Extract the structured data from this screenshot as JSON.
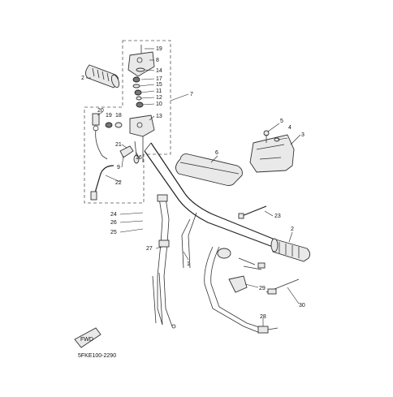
{
  "diagram": {
    "code": "5FKE100-2290",
    "fwd_label": "FWD",
    "callouts": [
      "19",
      "8",
      "14",
      "17",
      "15",
      "11",
      "12",
      "10",
      "13",
      "7",
      "20",
      "19",
      "18",
      "21",
      "16",
      "9",
      "22",
      "24",
      "26",
      "25",
      "27",
      "1",
      "2",
      "3",
      "4",
      "5",
      "6",
      "23",
      "29",
      "30",
      "28"
    ]
  }
}
